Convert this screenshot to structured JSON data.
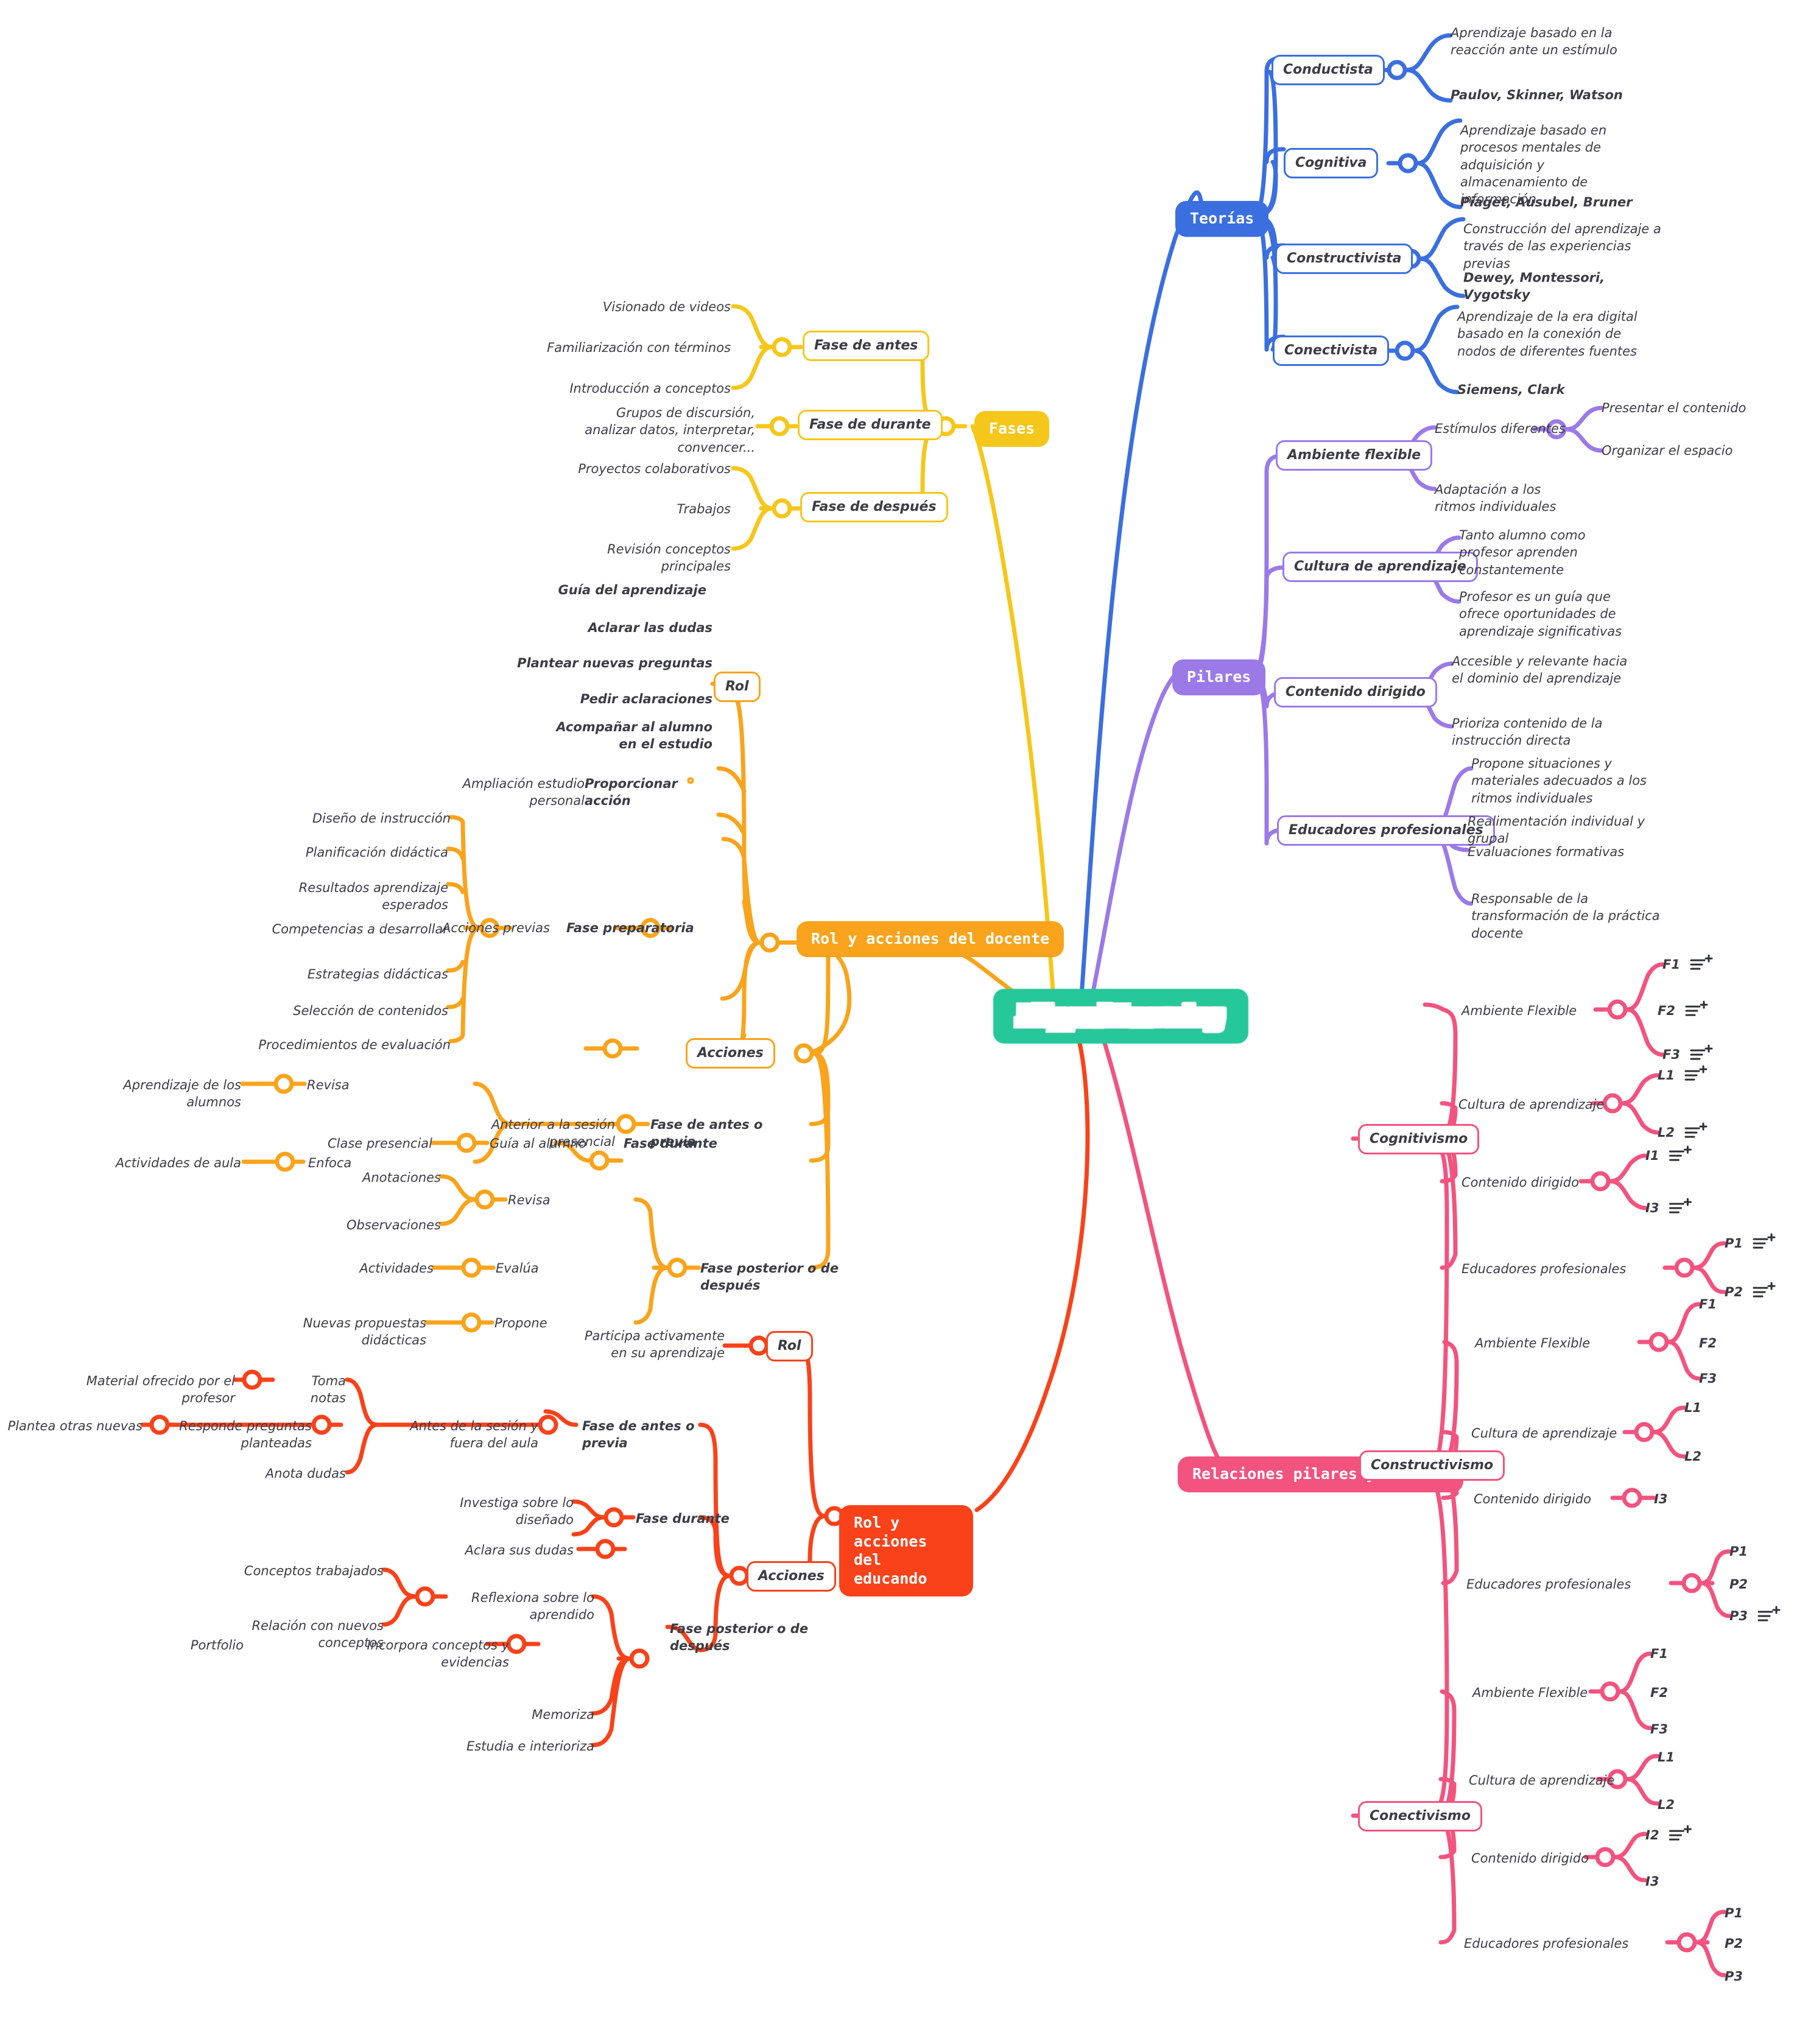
{
  "title": "Flipped Learning",
  "colors": {
    "central": "#28c79a",
    "teorias": "#3b6fe0",
    "pilares": "#9b7ae8",
    "fases": "#f5c71a",
    "docente": "#f9a41c",
    "educando": "#f9421a",
    "relaciones": "#f2537f"
  },
  "branches": {
    "teorias": {
      "label": "Teorías",
      "children": [
        {
          "label": "Conductista",
          "items": [
            "Aprendizaje basado en la reacción ante un estímulo",
            "Paulov, Skinner, Watson"
          ]
        },
        {
          "label": "Cognitiva",
          "items": [
            "Aprendizaje basado en procesos mentales de adquisición y almacenamiento de información",
            "Piaget, Ausubel, Bruner"
          ]
        },
        {
          "label": "Constructivista",
          "items": [
            "Construcción del aprendizaje a través de las experiencias previas",
            "Dewey, Montessori, Vygotsky"
          ]
        },
        {
          "label": "Conectivista",
          "items": [
            "Aprendizaje de la era digital basado en la conexión de nodos de diferentes fuentes",
            "Siemens, Clark"
          ]
        }
      ]
    },
    "pilares": {
      "label": "Pilares",
      "children": [
        {
          "label": "Ambiente flexible",
          "items": [
            "Estímulos diferentes",
            "Adaptación a los ritmos individuales"
          ],
          "subitems": [
            "Presentar el contenido",
            "Organizar el espacio"
          ]
        },
        {
          "label": "Cultura de aprendizaje",
          "items": [
            "Tanto alumno como profesor aprenden constantemente",
            "Profesor es un guía que ofrece oportunidades de aprendizaje significativas"
          ]
        },
        {
          "label": "Contenido dirigido",
          "items": [
            "Accesible y relevante hacia el dominio del aprendizaje",
            "Prioriza contenido de la instrucción directa"
          ]
        },
        {
          "label": "Educadores profesionales",
          "items": [
            "Propone situaciones y materiales adecuados a los ritmos individuales",
            "Realimentación individual y grupal",
            "Evaluaciones formativas",
            "Responsable de la transformación de la práctica docente"
          ]
        }
      ]
    },
    "fases": {
      "label": "Fases",
      "children": [
        {
          "label": "Fase de antes",
          "items": [
            "Visionado de videos",
            "Familiarización con términos",
            "Introducción a conceptos"
          ]
        },
        {
          "label": "Fase de durante",
          "items": [
            "Grupos  de discursión, analizar datos, interpretar, convencer..."
          ]
        },
        {
          "label": "Fase de después",
          "items": [
            "Proyectos colaborativos",
            "Trabajos",
            "Revisión conceptos principales"
          ]
        }
      ]
    },
    "docente": {
      "label": "Rol y acciones del docente",
      "rol": {
        "label": "Rol",
        "items": [
          "Guía del aprendizaje",
          "Aclarar las dudas",
          "Plantear nuevas preguntas",
          "Pedir aclaraciones",
          "Acompañar al alumno en el estudio",
          "Proporcionar acción"
        ],
        "proporcionar_child": "Ampliación estudio personal"
      },
      "acciones": {
        "label": "Acciones",
        "fases": [
          {
            "label": "Fase preparatoria",
            "mid": "Acciones previas",
            "items": [
              "Diseño de instrucción",
              "Planificación didáctica",
              "Resultados aprendizaje esperados",
              "Competencias a desarrollar",
              "Estrategias didácticas",
              "Selección de contenidos",
              "Procedimientos de evaluación"
            ]
          },
          {
            "label": "Fase de antes o previa",
            "mid": "Anterior a la sesión presencial",
            "pairs": [
              {
                "verb": "Revisa",
                "obj": "Aprendizaje de los alumnos"
              },
              {
                "verb": "Enfoca",
                "obj": "Actividades de aula"
              }
            ]
          },
          {
            "label": "Fase durante",
            "mid": "Guía al alumno",
            "pairs": [
              {
                "verb": "Clase presencial",
                "obj": ""
              }
            ]
          },
          {
            "label": "Fase posterior o de después",
            "pairs": [
              {
                "verb": "Revisa",
                "obj": "Anotaciones / Observaciones"
              },
              {
                "verb": "Evalúa",
                "obj": "Actividades"
              },
              {
                "verb": "Propone",
                "obj": "Nuevas propuestas didácticas"
              }
            ]
          }
        ]
      },
      "leaf_labels": {
        "diseno": "Diseño de instrucción",
        "planificacion": "Planificación didáctica",
        "resultados": "Resultados aprendizaje esperados",
        "competencias": "Competencias a desarrollar",
        "estrategias": "Estrategias didácticas",
        "seleccion": "Selección de contenidos",
        "procedimientos": "Procedimientos de evaluación",
        "acciones_previas": "Acciones previas",
        "fase_preparatoria": "Fase preparatoria",
        "aprendizaje_alumnos": "Aprendizaje de los alumnos",
        "revisa1": "Revisa",
        "actividades_aula": "Actividades de aula",
        "enfoca": "Enfoca",
        "anterior_sesion": "Anterior a la sesión presencial",
        "fase_antes_previa": "Fase de antes o previa",
        "clase_presencial": "Clase presencial",
        "guia_alumno": "Guía al alumno",
        "fase_durante": "Fase durante",
        "anotaciones": "Anotaciones",
        "observaciones": "Observaciones",
        "revisa2": "Revisa",
        "actividades": "Actividades",
        "evalua": "Evalúa",
        "nuevas_propuestas": "Nuevas propuestas didácticas",
        "propone": "Propone",
        "fase_posterior": "Fase posterior o de después",
        "acciones": "Acciones",
        "guia_aprendizaje": "Guía del aprendizaje",
        "aclarar_dudas": "Aclarar las dudas",
        "plantear_preguntas": "Plantear nuevas preguntas",
        "pedir_aclaraciones": "Pedir aclaraciones",
        "acompanar": "Acompañar al alumno en el estudio",
        "ampliacion": "Ampliación estudio personal",
        "proporcionar": "Proporcionar acción",
        "rol": "Rol"
      }
    },
    "educando": {
      "label": "Rol y acciones del educando",
      "leaf_labels": {
        "rol": "Rol",
        "participa": "Participa activamente en su aprendizaje",
        "material": "Material ofrecido por el profesor",
        "toma_notas": "Toma notas",
        "plantea_otras": "Plantea otras nuevas",
        "responde": "Responde preguntas planteadas",
        "anota_dudas": "Anota dudas",
        "antes_sesion": "Antes de la sesión y fuera del aula",
        "fase_antes_previa": "Fase de antes o previa",
        "investiga": "Investiga sobre lo diseñado",
        "aclara_dudas": "Aclara sus dudas",
        "fase_durante": "Fase durante",
        "conceptos_trabajados": "Conceptos trabajados",
        "relacion_nuevos": "Relación con nuevos conceptos",
        "reflexiona": "Reflexiona sobre lo aprendido",
        "portfolio": "Portfolio",
        "incorpora": "Incorpora conceptos y evidencias",
        "memoriza": "Memoriza",
        "estudia": "Estudia e interioriza",
        "fase_posterior": "Fase posterior o de después",
        "acciones": "Acciones"
      }
    },
    "relaciones": {
      "label": "Relaciones pilares y teorías",
      "groups": [
        {
          "label": "Cognitivismo",
          "pillars": [
            {
              "label": "Ambiente Flexible",
              "codes": [
                {
                  "c": "F1",
                  "note": true
                },
                {
                  "c": "F2",
                  "note": true
                },
                {
                  "c": "F3",
                  "note": true
                }
              ]
            },
            {
              "label": "Cultura de aprendizaje",
              "codes": [
                {
                  "c": "L1",
                  "note": true
                },
                {
                  "c": "L2",
                  "note": true
                }
              ]
            },
            {
              "label": "Contenido dirigido",
              "codes": [
                {
                  "c": "I1",
                  "note": true
                },
                {
                  "c": "I3",
                  "note": true
                }
              ]
            },
            {
              "label": "Educadores profesionales",
              "codes": [
                {
                  "c": "P1",
                  "note": true
                },
                {
                  "c": "P2",
                  "note": true
                }
              ]
            }
          ]
        },
        {
          "label": "Constructivismo",
          "pillars": [
            {
              "label": "Ambiente Flexible",
              "codes": [
                {
                  "c": "F1",
                  "note": false
                },
                {
                  "c": "F2",
                  "note": false
                },
                {
                  "c": "F3",
                  "note": false
                }
              ]
            },
            {
              "label": "Cultura de aprendizaje",
              "codes": [
                {
                  "c": "L1",
                  "note": false
                },
                {
                  "c": "L2",
                  "note": false
                }
              ]
            },
            {
              "label": "Contenido dirigido",
              "codes": [
                {
                  "c": "I3",
                  "note": false
                }
              ]
            },
            {
              "label": "Educadores profesionales",
              "codes": [
                {
                  "c": "P1",
                  "note": false
                },
                {
                  "c": "P2",
                  "note": false
                },
                {
                  "c": "P3",
                  "note": true
                }
              ]
            }
          ]
        },
        {
          "label": "Conectivismo",
          "pillars": [
            {
              "label": "Ambiente Flexible",
              "codes": [
                {
                  "c": "F1",
                  "note": false
                },
                {
                  "c": "F2",
                  "note": false
                },
                {
                  "c": "F3",
                  "note": false
                }
              ]
            },
            {
              "label": "Cultura de aprendizaje",
              "codes": [
                {
                  "c": "L1",
                  "note": false
                },
                {
                  "c": "L2",
                  "note": false
                }
              ]
            },
            {
              "label": "Contenido dirigido",
              "codes": [
                {
                  "c": "I2",
                  "note": true
                },
                {
                  "c": "I3",
                  "note": false
                }
              ]
            },
            {
              "label": "Educadores profesionales",
              "codes": [
                {
                  "c": "P1",
                  "note": false
                },
                {
                  "c": "P2",
                  "note": false
                },
                {
                  "c": "P3",
                  "note": false
                }
              ]
            }
          ]
        }
      ]
    }
  }
}
